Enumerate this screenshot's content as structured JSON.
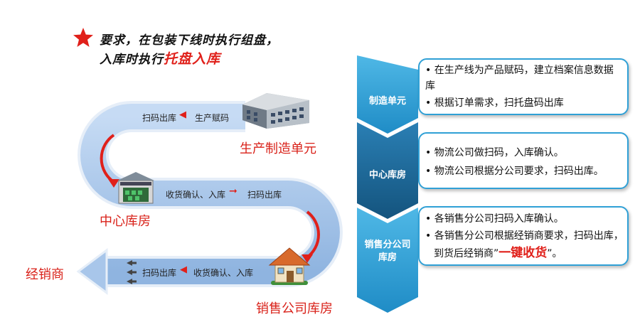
{
  "note": {
    "line1": "要求，在包装下线时执行组盘，",
    "line2_prefix": "入库时执行",
    "line2_emph": "托盘入库",
    "star_icon": "red-star-icon"
  },
  "flow": {
    "row1_left": "扫码出库",
    "row1_right": "生产赋码",
    "row2_left": "收货确认、入库",
    "row2_right": "扫码出库",
    "row3_left": "扫码出库",
    "row3_right": "收货确认、入库"
  },
  "places": {
    "factory": "生产制造单元",
    "central": "中心库房",
    "sales": "销售公司库房",
    "dealer": "经销商"
  },
  "panels": [
    {
      "title": "制造单元",
      "items": [
        "• 在生产线为产品赋码，建立档案信息数据库",
        "• 根据订单需求，扫托盘码出库"
      ]
    },
    {
      "title": "中心库房",
      "items": [
        "• 物流公司做扫码，入库确认。",
        "• 物流公司根据分公司要求，扫码出库。"
      ]
    },
    {
      "title_line1": "销售分公司",
      "title_line2": "库房",
      "items": [
        "• 各销售分公司扫码入库确认。",
        "• 各销售分公司根据经销商要求，扫码出库，"
      ],
      "item3_prefix": "到货后经销商”",
      "item3_emph": "一键收货",
      "item3_suffix": "”。"
    }
  ],
  "colors": {
    "accent_red": "#e0201a",
    "flow_blue": "#a9c8ec",
    "chevron_blue": "#2fa0d6",
    "chevron_dark": "#1a6ea0"
  }
}
